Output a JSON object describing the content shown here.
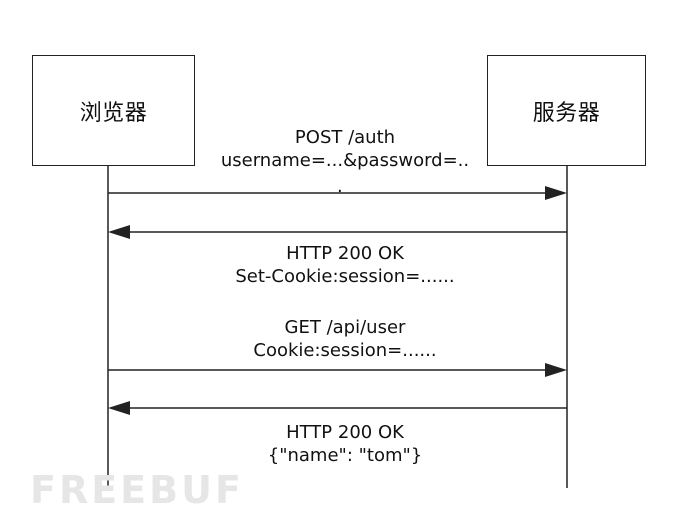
{
  "actors": {
    "browser": "浏览器",
    "server": "服务器"
  },
  "messages": [
    {
      "line1": "POST /auth",
      "line2": "username=...&password=..",
      "direction": "browser-to-server"
    },
    {
      "line1": "HTTP 200 OK",
      "line2": "Set-Cookie:session=......",
      "direction": "server-to-browser"
    },
    {
      "line1": "GET /api/user",
      "line2": "Cookie:session=......",
      "direction": "browser-to-server"
    },
    {
      "line1": "HTTP 200 OK",
      "line2": "{\"name\": \"tom\"}",
      "direction": "server-to-browser"
    }
  ],
  "watermark": "FREEBUF",
  "colors": {
    "line": "#222222",
    "text": "#111111",
    "watermark": "#e6e6e6"
  }
}
